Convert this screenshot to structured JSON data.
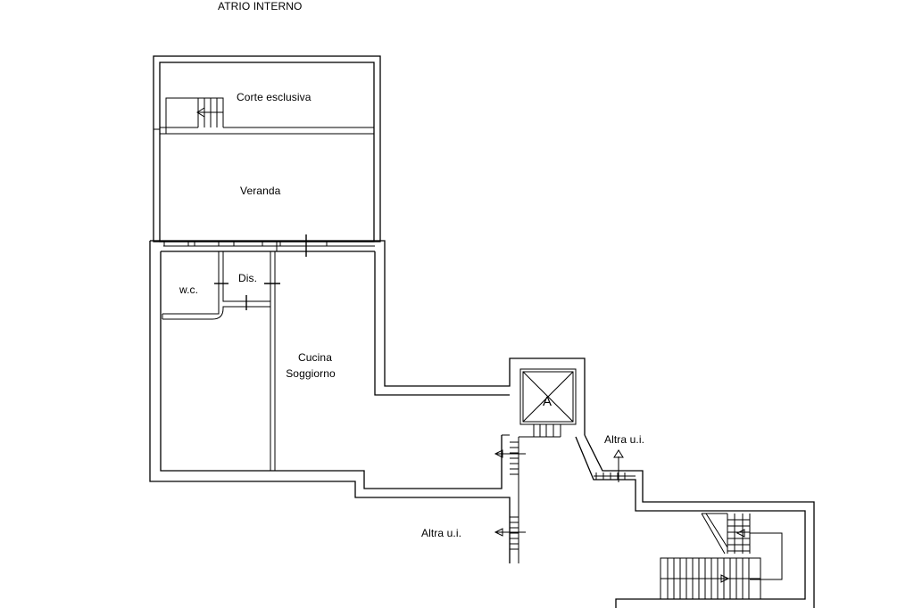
{
  "plan": {
    "title": "ATRIO INTERNO",
    "rooms": {
      "corte": "Corte esclusiva",
      "veranda": "Veranda",
      "wc": "w.c.",
      "dis": "Dis.",
      "cucina_line1": "Cucina",
      "cucina_line2": "Soggiorno",
      "lift": "A"
    },
    "other_units": {
      "right": "Altra u.i.",
      "bottom": "Altra u.i."
    }
  }
}
